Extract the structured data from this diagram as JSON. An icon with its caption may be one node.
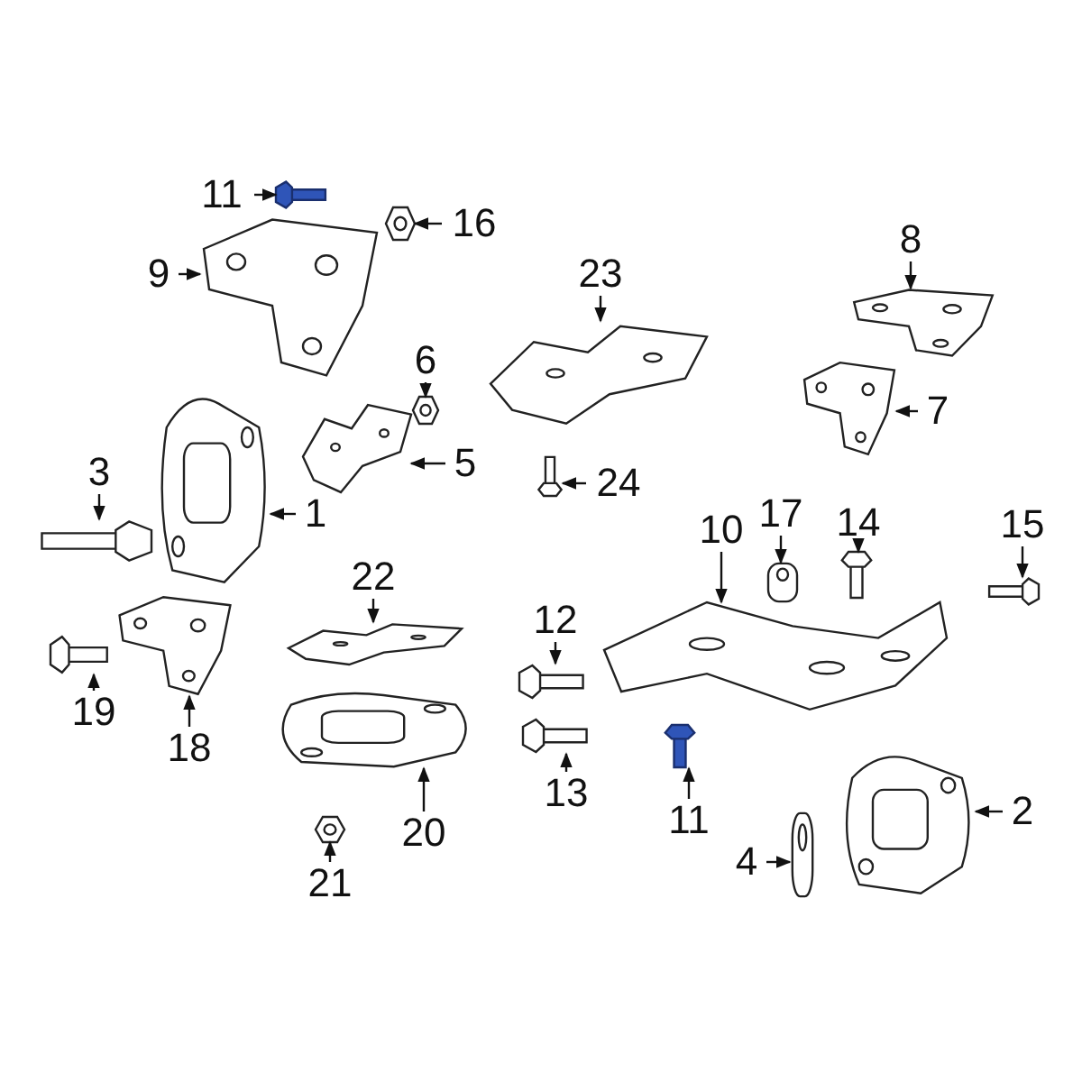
{
  "diagram": {
    "nodes": [
      {
        "text": [
          "11"
        ]
      },
      {
        "text": [
          "16"
        ]
      },
      {
        "text": [
          "9"
        ]
      },
      {
        "text": [
          "23"
        ]
      },
      {
        "text": [
          "8"
        ]
      },
      {
        "text": [
          "6"
        ]
      },
      {
        "text": [
          "7"
        ]
      },
      {
        "text": [
          "5"
        ]
      },
      {
        "text": [
          "24"
        ]
      },
      {
        "text": [
          "3"
        ]
      },
      {
        "text": [
          "1"
        ]
      },
      {
        "text": [
          "10"
        ]
      },
      {
        "text": [
          "17"
        ]
      },
      {
        "text": [
          "14"
        ]
      },
      {
        "text": [
          "15"
        ]
      },
      {
        "text": [
          "22"
        ]
      },
      {
        "text": [
          "12"
        ]
      },
      {
        "text": [
          "19"
        ]
      },
      {
        "text": [
          "18"
        ]
      },
      {
        "text": [
          "20"
        ]
      },
      {
        "text": [
          "13"
        ]
      },
      {
        "text": [
          "11"
        ]
      },
      {
        "text": [
          "21"
        ]
      },
      {
        "text": [
          "4"
        ]
      },
      {
        "text": [
          "2"
        ]
      },
      {
        "text": [],
        "shape": "picture"
      },
      {
        "text": [],
        "shape": "picture"
      },
      {
        "text": [],
        "shape": "picture"
      },
      {
        "text": [],
        "shape": "picture"
      },
      {
        "text": [],
        "shape": "picture"
      },
      {
        "text": [],
        "shape": "picture"
      },
      {
        "text": [],
        "shape": "picture"
      },
      {
        "text": [],
        "shape": "picture"
      },
      {
        "text": [],
        "shape": "picture"
      },
      {
        "text": [],
        "shape": "picture"
      },
      {
        "text": [],
        "shape": "picture"
      },
      {
        "text": [],
        "shape": "picture"
      },
      {
        "text": [],
        "shape": "picture"
      },
      {
        "text": [],
        "shape": "picture"
      },
      {
        "text": [],
        "shape": "picture"
      },
      {
        "text": [],
        "shape": "picture"
      },
      {
        "text": [],
        "shape": "picture"
      },
      {
        "text": [],
        "shape": "picture"
      },
      {
        "text": [],
        "shape": "picture"
      },
      {
        "text": [],
        "shape": "picture"
      },
      {
        "text": [],
        "shape": "picture"
      },
      {
        "text": [],
        "shape": "picture"
      },
      {
        "text": [],
        "shape": "picture"
      },
      {
        "text": [],
        "shape": "picture"
      },
      {
        "text": [],
        "shape": "picture"
      }
    ],
    "edges": [
      {
        "from": 0,
        "to": 25,
        "arrow": "to"
      },
      {
        "from": 1,
        "to": 26,
        "arrow": "to"
      },
      {
        "from": 2,
        "to": 27,
        "arrow": "to"
      },
      {
        "from": 3,
        "to": 28,
        "arrow": "to"
      },
      {
        "from": 4,
        "to": 29,
        "arrow": "to"
      },
      {
        "from": 5,
        "to": 30,
        "arrow": "to"
      },
      {
        "from": 6,
        "to": 31,
        "arrow": "to"
      },
      {
        "from": 7,
        "to": 32,
        "arrow": "to"
      },
      {
        "from": 8,
        "to": 33,
        "arrow": "to"
      },
      {
        "from": 9,
        "to": 34,
        "arrow": "to"
      },
      {
        "from": 10,
        "to": 35,
        "arrow": "to"
      },
      {
        "from": 11,
        "to": 36,
        "arrow": "to"
      },
      {
        "from": 12,
        "to": 37,
        "arrow": "to"
      },
      {
        "from": 13,
        "to": 38,
        "arrow": "to"
      },
      {
        "from": 14,
        "to": 39,
        "arrow": "to"
      },
      {
        "from": 15,
        "to": 40,
        "arrow": "to"
      },
      {
        "from": 16,
        "to": 41,
        "arrow": "to"
      },
      {
        "from": 17,
        "to": 42,
        "arrow": "to"
      },
      {
        "from": 18,
        "to": 43,
        "arrow": "to"
      },
      {
        "from": 19,
        "to": 44,
        "arrow": "to"
      },
      {
        "from": 20,
        "to": 45,
        "arrow": "to"
      },
      {
        "from": 21,
        "to": 46,
        "arrow": "to"
      },
      {
        "from": 22,
        "to": 47,
        "arrow": "to"
      },
      {
        "from": 23,
        "to": 48,
        "arrow": "to"
      },
      {
        "from": 24,
        "to": 49,
        "arrow": "to"
      }
    ]
  }
}
